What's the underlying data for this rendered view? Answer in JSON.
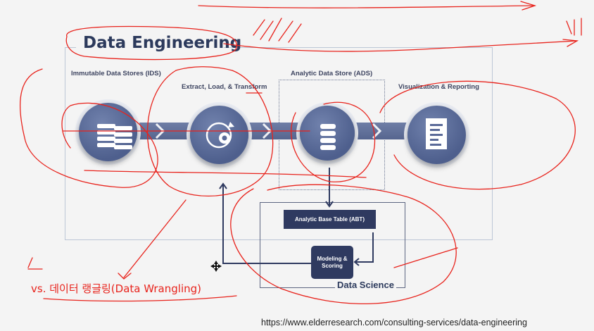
{
  "diagram": {
    "title": "Data Engineering",
    "stages": {
      "ids_label": "Immutable Data Stores (IDS)",
      "elt_label": "Extract, Load, & Transform",
      "ads_label": "Analytic Data Store (ADS)",
      "viz_label": "Visualization & Reporting"
    },
    "data_science": {
      "label": "Data Science",
      "abt_label": "Analytic Base Table (ABT)",
      "modeling_label": "Modeling & Scoring"
    }
  },
  "annotation": {
    "text": "vs. 데이터 랭글링(Data Wrangling)",
    "color": "#e8231c"
  },
  "source_url": "https://www.elderresearch.com/consulting-services/data-engineering",
  "colors": {
    "navy": "#2f3a60",
    "circle_blue": "#5a6a98",
    "ink_red": "#e8231c"
  }
}
